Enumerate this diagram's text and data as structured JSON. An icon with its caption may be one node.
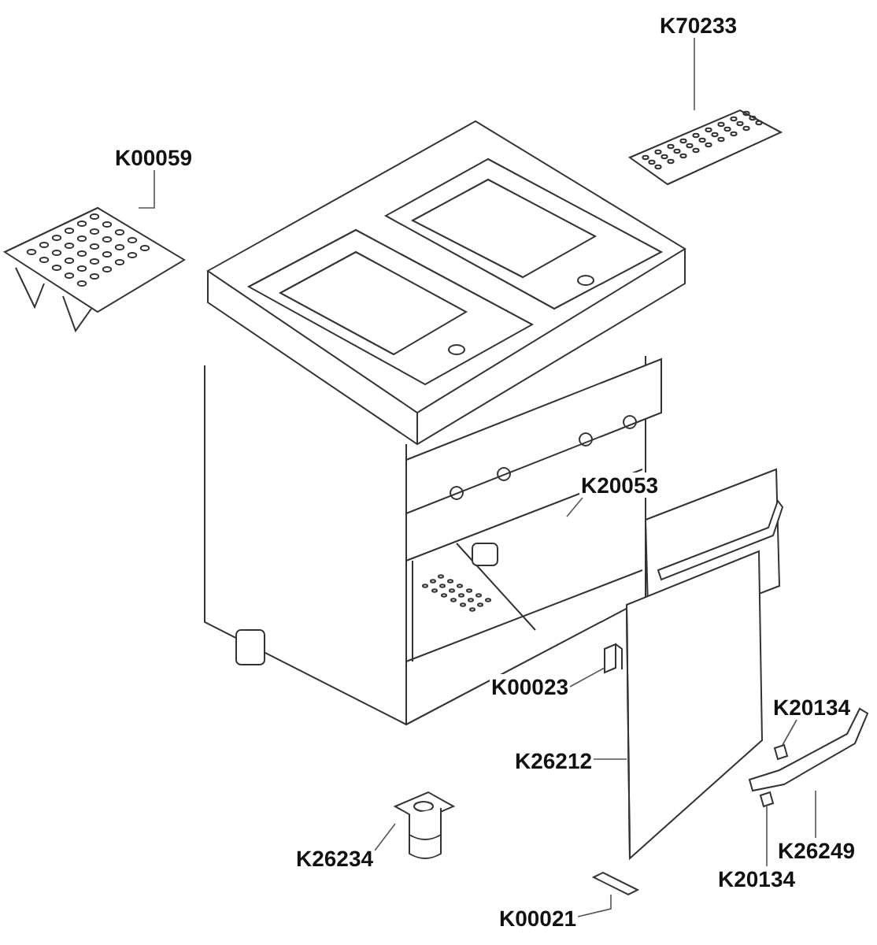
{
  "diagram": {
    "nodes": [
      {
        "text": [
          "K70233"
        ]
      },
      {
        "text": [],
        "shape": "picture"
      },
      {
        "text": [
          "K00059"
        ]
      },
      {
        "text": [],
        "shape": "picture"
      },
      {
        "text": [
          "K20053"
        ]
      },
      {
        "text": [
          "K00023"
        ]
      },
      {
        "text": [],
        "shape": "picture"
      },
      {
        "text": [
          "K20134"
        ]
      },
      {
        "text": [],
        "shape": "picture"
      },
      {
        "text": [
          "K26212"
        ]
      },
      {
        "text": [],
        "shape": "picture"
      },
      {
        "text": [
          "K26234"
        ]
      },
      {
        "text": [],
        "shape": "picture"
      },
      {
        "text": [
          "K26249"
        ]
      },
      {
        "text": [],
        "shape": "picture"
      },
      {
        "text": [
          "K20134"
        ]
      },
      {
        "text": [],
        "shape": "picture"
      },
      {
        "text": [
          "K00021"
        ]
      },
      {
        "text": [],
        "shape": "picture"
      }
    ],
    "edges": [
      {
        "from": 0,
        "to": 1,
        "arrow": "none"
      },
      {
        "from": 2,
        "to": 3,
        "arrow": "none"
      },
      {
        "from": 4,
        "to": null,
        "arrow": "none"
      },
      {
        "from": 5,
        "to": 6,
        "arrow": "none"
      },
      {
        "from": 7,
        "to": 8,
        "arrow": "none"
      },
      {
        "from": 9,
        "to": 10,
        "arrow": "none"
      },
      {
        "from": 11,
        "to": 12,
        "arrow": "none"
      },
      {
        "from": 13,
        "to": 14,
        "arrow": "none"
      },
      {
        "from": 15,
        "to": 16,
        "arrow": "none"
      },
      {
        "from": 17,
        "to": 18,
        "arrow": "none"
      }
    ]
  }
}
